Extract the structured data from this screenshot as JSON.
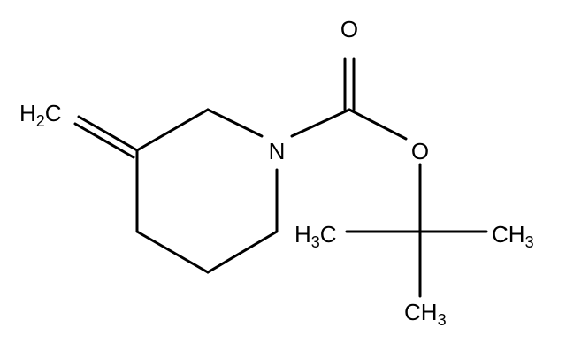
{
  "molecule": {
    "atoms": {
      "carbonyl_oxygen": "O",
      "ester_oxygen": "O",
      "ring_nitrogen": "N",
      "methylene": {
        "main": "H",
        "sub": "2",
        "tail": "C"
      },
      "methyl_left": {
        "main": "H",
        "sub": "3",
        "tail": "C"
      },
      "methyl_right": {
        "main": "CH",
        "sub": "3"
      },
      "methyl_bottom": {
        "main": "CH",
        "sub": "3"
      }
    }
  }
}
